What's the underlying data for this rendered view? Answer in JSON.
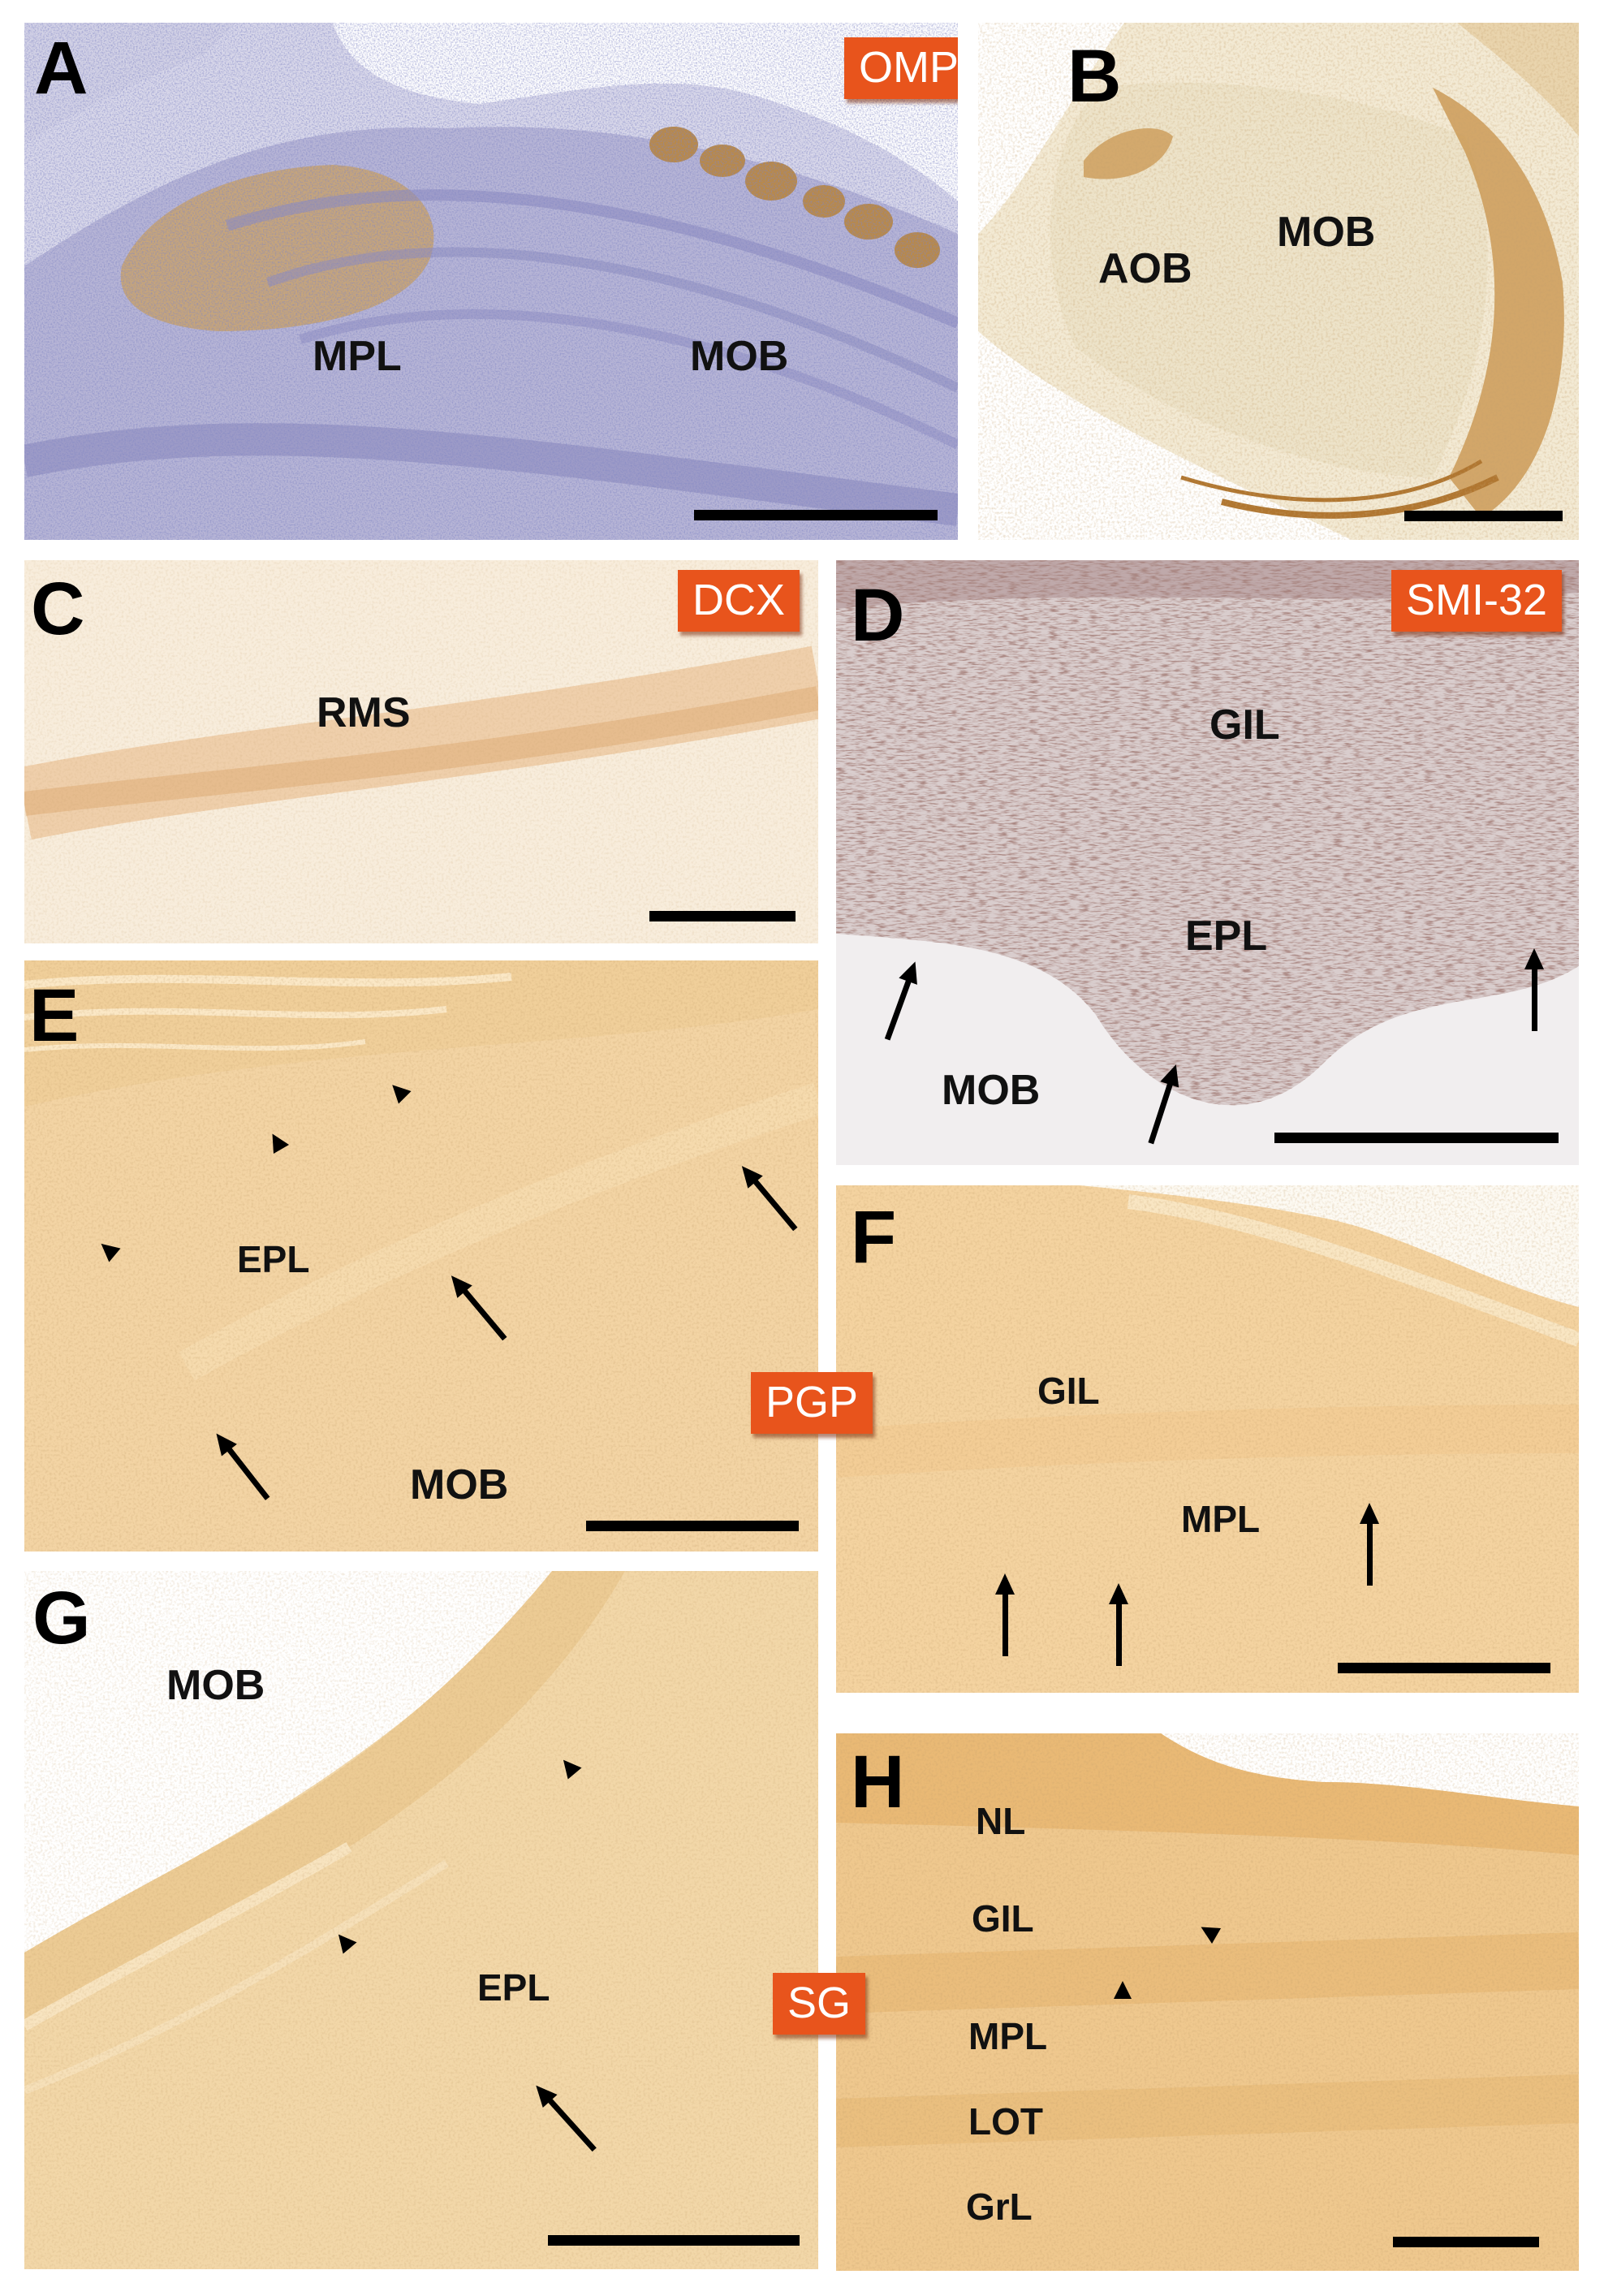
{
  "figure": {
    "panels": {
      "A": {
        "letter": "A",
        "tag": "OMP",
        "labels": {
          "mpl": "MPL",
          "mob": "MOB"
        }
      },
      "B": {
        "letter": "B",
        "labels": {
          "aob": "AOB",
          "mob": "MOB"
        }
      },
      "C": {
        "letter": "C",
        "tag": "DCX",
        "labels": {
          "rms": "RMS"
        }
      },
      "D": {
        "letter": "D",
        "tag": "SMI-32",
        "labels": {
          "gil": "GIL",
          "epl": "EPL",
          "mob": "MOB"
        }
      },
      "E": {
        "letter": "E",
        "labels": {
          "epl": "EPL",
          "mob": "MOB"
        }
      },
      "F": {
        "letter": "F",
        "labels": {
          "gil": "GIL",
          "mpl": "MPL"
        }
      },
      "G": {
        "letter": "G",
        "labels": {
          "mob": "MOB",
          "epl": "EPL"
        }
      },
      "H": {
        "letter": "H",
        "labels": {
          "nl": "NL",
          "gil": "GIL",
          "mpl": "MPL",
          "lot": "LOT",
          "grl": "GrL"
        }
      }
    },
    "shared_tags": {
      "pgp": "PGP",
      "sg": "SG"
    },
    "colors": {
      "tag_bg": "#e8541c",
      "nissl_bg": "#c7c5de",
      "brown_stain": "#c9954d",
      "pale_tissue": "#f1e6cf",
      "dab_tissue": "#f0c98e"
    }
  }
}
